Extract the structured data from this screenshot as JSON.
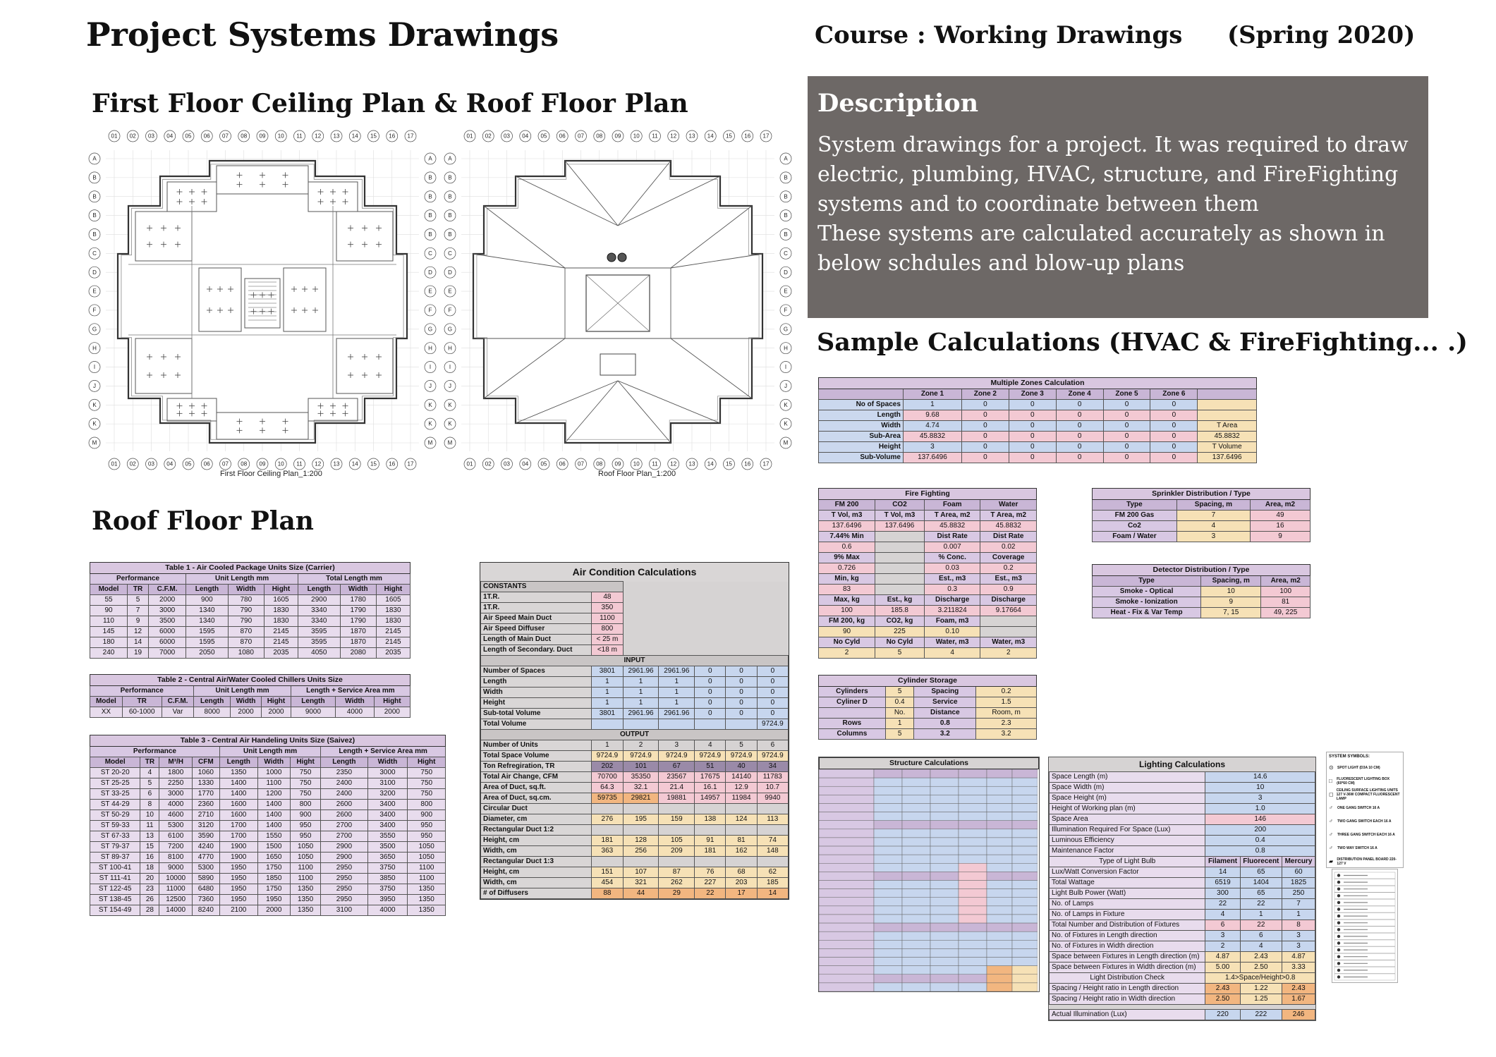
{
  "header": {
    "title": "Project Systems Drawings",
    "course": "Course : Working Drawings",
    "semester": "(Spring 2020)"
  },
  "plans": {
    "title": "First Floor Ceiling Plan & Roof Floor Plan",
    "grid_cols": [
      "01",
      "02",
      "03",
      "04",
      "05",
      "06",
      "07",
      "08",
      "09",
      "10",
      "11",
      "12",
      "13",
      "14",
      "15",
      "16",
      "17"
    ],
    "grid_rows": [
      "A",
      "B",
      "B",
      "B",
      "B",
      "C",
      "D",
      "E",
      "F",
      "G",
      "H",
      "I",
      "J",
      "K",
      "K",
      "M"
    ],
    "ceiling_caption": "First Floor Ceiling Plan_1:200",
    "roof_caption": "Roof Floor Plan_1:200"
  },
  "roof_section_title": "Roof Floor Plan",
  "description": {
    "title": "Description",
    "lines": [
      "System drawings for a project. It was required to draw",
      "electric, plumbing, HVAC, structure, and FireFighting",
      "systems and to coordinate between them",
      "These systems are calculated accurately as shown in",
      "below schdules and blow-up plans"
    ]
  },
  "calc_title": "Sample Calculations (HVAC & FireFighting... .)",
  "table1": {
    "caption": "Table 1 - Air Cooled Package Units Size (Carrier)",
    "group": [
      "Performance",
      "Unit Length mm",
      "Total Length mm"
    ],
    "cols": [
      "Model",
      "TR",
      "C.F.M.",
      "Length",
      "Width",
      "Hight",
      "Length",
      "Width",
      "Hight"
    ],
    "rows": [
      [
        "55",
        "5",
        "2000",
        "900",
        "780",
        "1605",
        "2900",
        "1780",
        "1605"
      ],
      [
        "90",
        "7",
        "3000",
        "1340",
        "790",
        "1830",
        "3340",
        "1790",
        "1830"
      ],
      [
        "110",
        "9",
        "3500",
        "1340",
        "790",
        "1830",
        "3340",
        "1790",
        "1830"
      ],
      [
        "145",
        "12",
        "6000",
        "1595",
        "870",
        "2145",
        "3595",
        "1870",
        "2145"
      ],
      [
        "180",
        "14",
        "6000",
        "1595",
        "870",
        "2145",
        "3595",
        "1870",
        "2145"
      ],
      [
        "240",
        "19",
        "7000",
        "2050",
        "1080",
        "2035",
        "4050",
        "2080",
        "2035"
      ]
    ]
  },
  "table2": {
    "caption": "Table 2 - Central Air/Water Cooled Chillers Units Size",
    "group": [
      "Performance",
      "Unit Length mm",
      "Length + Service Area mm"
    ],
    "cols": [
      "Model",
      "TR",
      "C.F.M.",
      "Length",
      "Width",
      "Hight",
      "Length",
      "Width",
      "Hight"
    ],
    "rows": [
      [
        "XX",
        "60-1000",
        "Var",
        "8000",
        "2000",
        "2000",
        "9000",
        "4000",
        "2000"
      ]
    ]
  },
  "table3": {
    "caption": "Table 3 - Central Air Handeling Units Size (Saivez)",
    "group": [
      "Performance",
      "Unit Length mm",
      "Length + Service Area mm"
    ],
    "cols": [
      "Model",
      "TR",
      "M³/H",
      "CFM",
      "Length",
      "Width",
      "Hight",
      "Length",
      "Width",
      "Hight"
    ],
    "rows": [
      [
        "ST 20-20",
        "4",
        "1800",
        "1060",
        "1350",
        "1000",
        "750",
        "2350",
        "3000",
        "750"
      ],
      [
        "ST 25-25",
        "5",
        "2250",
        "1330",
        "1400",
        "1100",
        "750",
        "2400",
        "3100",
        "750"
      ],
      [
        "ST 33-25",
        "6",
        "3000",
        "1770",
        "1400",
        "1200",
        "750",
        "2400",
        "3200",
        "750"
      ],
      [
        "ST 44-29",
        "8",
        "4000",
        "2360",
        "1600",
        "1400",
        "800",
        "2600",
        "3400",
        "800"
      ],
      [
        "ST 50-29",
        "10",
        "4600",
        "2710",
        "1600",
        "1400",
        "900",
        "2600",
        "3400",
        "900"
      ],
      [
        "ST 59-33",
        "11",
        "5300",
        "3120",
        "1700",
        "1400",
        "950",
        "2700",
        "3400",
        "950"
      ],
      [
        "ST 67-33",
        "13",
        "6100",
        "3590",
        "1700",
        "1550",
        "950",
        "2700",
        "3550",
        "950"
      ],
      [
        "ST 79-37",
        "15",
        "7200",
        "4240",
        "1900",
        "1500",
        "1050",
        "2900",
        "3500",
        "1050"
      ],
      [
        "ST 89-37",
        "16",
        "8100",
        "4770",
        "1900",
        "1650",
        "1050",
        "2900",
        "3650",
        "1050"
      ],
      [
        "ST 100-41",
        "18",
        "9000",
        "5300",
        "1950",
        "1750",
        "1100",
        "2950",
        "3750",
        "1100"
      ],
      [
        "ST 111-41",
        "20",
        "10000",
        "5890",
        "1950",
        "1850",
        "1100",
        "2950",
        "3850",
        "1100"
      ],
      [
        "ST 122-45",
        "23",
        "11000",
        "6480",
        "1950",
        "1750",
        "1350",
        "2950",
        "3750",
        "1350"
      ],
      [
        "ST 138-45",
        "26",
        "12500",
        "7360",
        "1950",
        "1950",
        "1350",
        "2950",
        "3950",
        "1350"
      ],
      [
        "ST 154-49",
        "28",
        "14000",
        "8240",
        "2100",
        "2000",
        "1350",
        "3100",
        "4000",
        "1350"
      ]
    ]
  },
  "air_condition": {
    "title": "Air Condition Calculations",
    "constants_label": "CONSTANTS",
    "constants": [
      [
        "1T.R.",
        "48"
      ],
      [
        "1T.R.",
        "350"
      ],
      [
        "Air Speed Main Duct",
        "1100"
      ],
      [
        "Air Speed Diffuser",
        "800"
      ],
      [
        "Length of Main Duct",
        "< 25 m"
      ],
      [
        "Length of Secondary. Duct",
        "<18 m"
      ]
    ],
    "input_label": "INPUT",
    "input_rows": [
      [
        "Number of Spaces",
        "3801",
        "2961.96",
        "2961.96",
        "0",
        "0",
        "0"
      ],
      [
        "Length",
        "1",
        "1",
        "1",
        "0",
        "0",
        "0"
      ],
      [
        "Width",
        "1",
        "1",
        "1",
        "0",
        "0",
        "0"
      ],
      [
        "Height",
        "1",
        "1",
        "1",
        "0",
        "0",
        "0"
      ],
      [
        "Sub-total Volume",
        "3801",
        "2961.96",
        "2961.96",
        "0",
        "0",
        "0"
      ],
      [
        "Total Volume",
        "",
        "",
        "",
        "",
        "",
        "9724.9"
      ]
    ],
    "output_label": "OUTPUT",
    "output_rows": [
      [
        "Number of Units",
        "1",
        "2",
        "3",
        "4",
        "5",
        "6"
      ],
      [
        "Total Space Volume",
        "9724.9",
        "9724.9",
        "9724.9",
        "9724.9",
        "9724.9",
        "9724.9"
      ],
      [
        "Ton Refregiration, TR",
        "202",
        "101",
        "67",
        "51",
        "40",
        "34"
      ],
      [
        "Total Air Change, CFM",
        "70700",
        "35350",
        "23567",
        "17675",
        "14140",
        "11783"
      ],
      [
        "Area of Duct, sq.ft.",
        "64.3",
        "32.1",
        "21.4",
        "16.1",
        "12.9",
        "10.7"
      ],
      [
        "Area of Duct, sq.cm.",
        "59735",
        "29821",
        "19881",
        "14957",
        "11984",
        "9940"
      ],
      [
        "Circular Duct",
        "",
        "",
        "",
        "",
        "",
        ""
      ],
      [
        "Diameter, cm",
        "276",
        "195",
        "159",
        "138",
        "124",
        "113"
      ],
      [
        "Rectangular Duct 1:2",
        "",
        "",
        "",
        "",
        "",
        ""
      ],
      [
        "Height, cm",
        "181",
        "128",
        "105",
        "91",
        "81",
        "74"
      ],
      [
        "Width, cm",
        "363",
        "256",
        "209",
        "181",
        "162",
        "148"
      ],
      [
        "Rectangular Duct 1:3",
        "",
        "",
        "",
        "",
        "",
        ""
      ],
      [
        "Height, cm",
        "151",
        "107",
        "87",
        "76",
        "68",
        "62"
      ],
      [
        "Width, cm",
        "454",
        "321",
        "262",
        "227",
        "203",
        "185"
      ],
      [
        "# of Diffusers",
        "88",
        "44",
        "29",
        "22",
        "17",
        "14"
      ]
    ]
  },
  "zones": {
    "title": "Multiple Zones Calculation",
    "cols": [
      "",
      "Zone 1",
      "Zone 2",
      "Zone 3",
      "Zone 4",
      "Zone 5",
      "Zone 6",
      ""
    ],
    "rows": [
      [
        "No of Spaces",
        "1",
        "0",
        "0",
        "0",
        "0",
        "0",
        ""
      ],
      [
        "Length",
        "9.68",
        "0",
        "0",
        "0",
        "0",
        "0",
        ""
      ],
      [
        "Width",
        "4.74",
        "0",
        "0",
        "0",
        "0",
        "0",
        "T Area"
      ],
      [
        "Sub-Area",
        "45.8832",
        "0",
        "0",
        "0",
        "0",
        "0",
        "45.8832"
      ],
      [
        "Height",
        "3",
        "0",
        "0",
        "0",
        "0",
        "0",
        "T Volume"
      ],
      [
        "Sub-Volume",
        "137.6496",
        "0",
        "0",
        "0",
        "0",
        "0",
        "137.6496"
      ]
    ]
  },
  "fire": {
    "title": "Fire Fighting",
    "cols": [
      "FM 200",
      "CO2",
      "Foam",
      "Water"
    ],
    "rows": [
      [
        "T Vol, m3",
        "T Vol, m3",
        "T Area, m2",
        "T Area, m2"
      ],
      [
        "137.6496",
        "137.6496",
        "45.8832",
        "45.8832"
      ],
      [
        "7.44% Min",
        "",
        "Dist Rate",
        "Dist Rate"
      ],
      [
        "0.6",
        "",
        "0.007",
        "0.02"
      ],
      [
        "9% Max",
        "",
        "% Conc.",
        "Coverage"
      ],
      [
        "0.726",
        "",
        "0.03",
        "0.2"
      ],
      [
        "Min, kg",
        "",
        "Est., m3",
        "Est., m3"
      ],
      [
        "83",
        "",
        "0.3",
        "0.9"
      ],
      [
        "Max, kg",
        "Est., kg",
        "Discharge",
        "Discharge"
      ],
      [
        "100",
        "185.8",
        "3.211824",
        "9.17664"
      ],
      [
        "FM 200, kg",
        "CO2, kg",
        "Foam, m3",
        ""
      ],
      [
        "90",
        "225",
        "0.10",
        ""
      ],
      [
        "No Cyld",
        "No Cyld",
        "Water, m3",
        "Water, m3"
      ],
      [
        "2",
        "5",
        "4",
        "2"
      ]
    ]
  },
  "cylinder": {
    "title": "Cylinder Storage",
    "rows": [
      [
        "Cylinders",
        "5",
        "Spacing",
        "0.2"
      ],
      [
        "Cyliner D",
        "0.4",
        "Service",
        "1.5"
      ],
      [
        "",
        "No.",
        "Distance",
        "Room, m"
      ],
      [
        "Rows",
        "1",
        "0.8",
        "2.3"
      ],
      [
        "Columns",
        "5",
        "3.2",
        "3.2"
      ]
    ]
  },
  "sprinkler": {
    "title": "Sprinkler Distribution / Type",
    "cols": [
      "Type",
      "Spacing, m",
      "Area, m2"
    ],
    "rows": [
      [
        "FM 200 Gas",
        "7",
        "49"
      ],
      [
        "Co2",
        "4",
        "16"
      ],
      [
        "Foam / Water",
        "3",
        "9"
      ]
    ]
  },
  "detector": {
    "title": "Detector Distribution / Type",
    "cols": [
      "Type",
      "Spacing, m",
      "Area, m2"
    ],
    "rows": [
      [
        "Smoke - Optical",
        "10",
        "100"
      ],
      [
        "Smoke - Ionization",
        "9",
        "81"
      ],
      [
        "Heat - Fix & Var Temp",
        "7, 15",
        "49, 225"
      ]
    ]
  },
  "structure": {
    "title": "Structure Calculations"
  },
  "lighting": {
    "title": "Lighting Calculations",
    "rows": [
      [
        "Space Length (m)",
        "14.6"
      ],
      [
        "Space Width (m)",
        "10"
      ],
      [
        "Space Height (m)",
        "3"
      ],
      [
        "Height of Working plan (m)",
        "1.0"
      ],
      [
        "Space Area",
        "146"
      ],
      [
        "Illumination Required For Space (Lux)",
        "200"
      ],
      [
        "Luminous Efficiency",
        "0.4"
      ],
      [
        "Maintenance Factor",
        "0.8"
      ]
    ],
    "bulb_header": [
      "Type of Light Bulb",
      "Filament",
      "Fluorecent",
      "Mercury"
    ],
    "bulb_rows": [
      [
        "Lux/Watt Conversion Factor",
        "14",
        "65",
        "60"
      ],
      [
        "Total Wattage",
        "6519",
        "1404",
        "1825"
      ],
      [
        "Light Bulb Power (Watt)",
        "300",
        "65",
        "250"
      ],
      [
        "No. of Lamps",
        "22",
        "22",
        "7"
      ],
      [
        "No. of Lamps in Fixture",
        "4",
        "1",
        "1"
      ],
      [
        "Total Number and Distribution of Fixtures",
        "6",
        "22",
        "8"
      ],
      [
        "No. of Fixtures in Length direction",
        "3",
        "6",
        "3"
      ],
      [
        "No. of Fixtures in Width direction",
        "2",
        "4",
        "3"
      ],
      [
        "Space between Fixtures in Length direction (m)",
        "4.87",
        "2.43",
        "4.87"
      ],
      [
        "Space between Fixtures in Width direction (m)",
        "5.00",
        "2.50",
        "3.33"
      ]
    ],
    "check_label": "Light Distribution Check",
    "check_value": "1.4>Space/Height>0.8",
    "ratio_rows": [
      [
        "Spacing / Height ratio in Length direction",
        "2.43",
        "1.22",
        "2.43"
      ],
      [
        "Spacing / Height ratio in Width direction",
        "2.50",
        "1.25",
        "1.67"
      ]
    ],
    "actual": [
      "Actual Illumination (Lux)",
      "220",
      "222",
      "246"
    ]
  },
  "symbols": {
    "title": "SYSTEM SYMBOLS:",
    "items": [
      "SPOT LIGHT (D3A 10 CM)",
      "FLUORESCENT LIGHTING BOX (60*60 CM)",
      "CEILING SURFACE LIGHTING UNITS 127 V-36W COMPACT FLUORESCENT LAMP",
      "ONE GANG SWITCH 16 A",
      "TWO GANG SWITCH EACH 16 A",
      "THREE GANG SWITCH EACH 16 A",
      "TWO WAY SWITCH 16 A",
      "DISTRIBUTION PANEL BOARD 220-127 V"
    ]
  }
}
